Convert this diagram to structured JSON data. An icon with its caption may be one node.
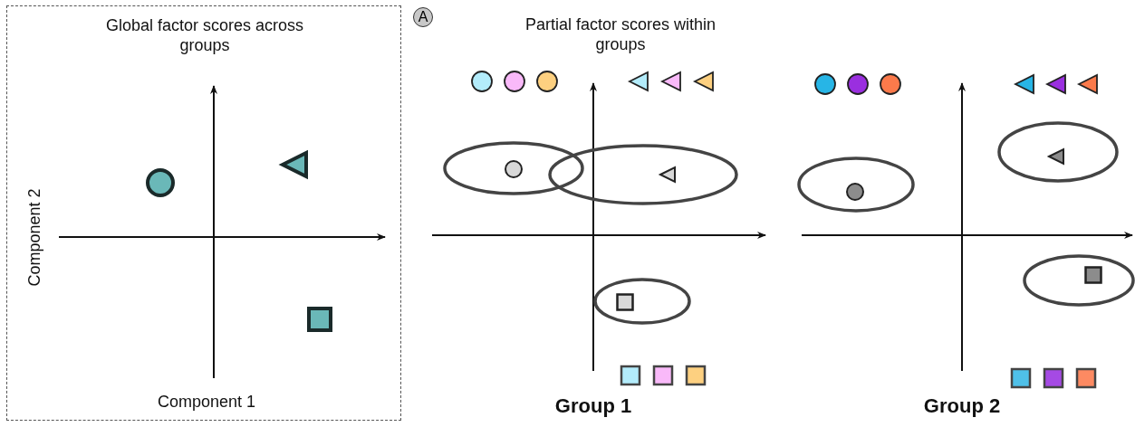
{
  "diagram": {
    "nodes": [
      {
        "text": [
          "Global factor scores across groups",
          "Component 2",
          "Component 1"
        ]
      },
      {
        "text": [
          "A"
        ]
      }
    ],
    "edges": [],
    "labels": [
      "Partial factor scores within groups",
      "Group 1",
      "Group 2"
    ]
  }
}
